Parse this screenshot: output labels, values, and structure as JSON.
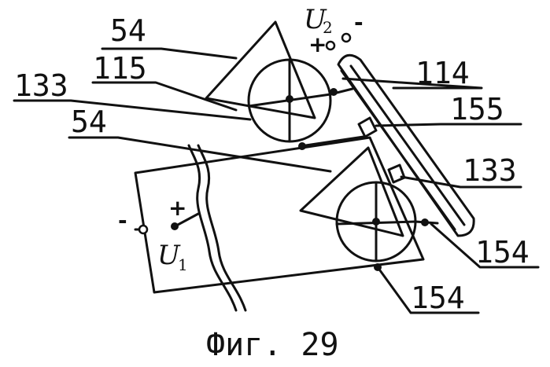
{
  "figure": {
    "caption": "Фиг. 29",
    "labels": {
      "l54_top": "54",
      "l115": "115",
      "l133_left": "133",
      "l54_mid": "54",
      "l114": "114",
      "l155": "155",
      "l133_right": "133",
      "l154_upper": "154",
      "l154_lower": "154"
    },
    "voltages": {
      "u2": {
        "symbol": "U",
        "sub": "2",
        "plus": "+",
        "minus": "-"
      },
      "u1": {
        "symbol": "U",
        "sub": "1",
        "plus": "+",
        "minus": "-"
      }
    }
  }
}
